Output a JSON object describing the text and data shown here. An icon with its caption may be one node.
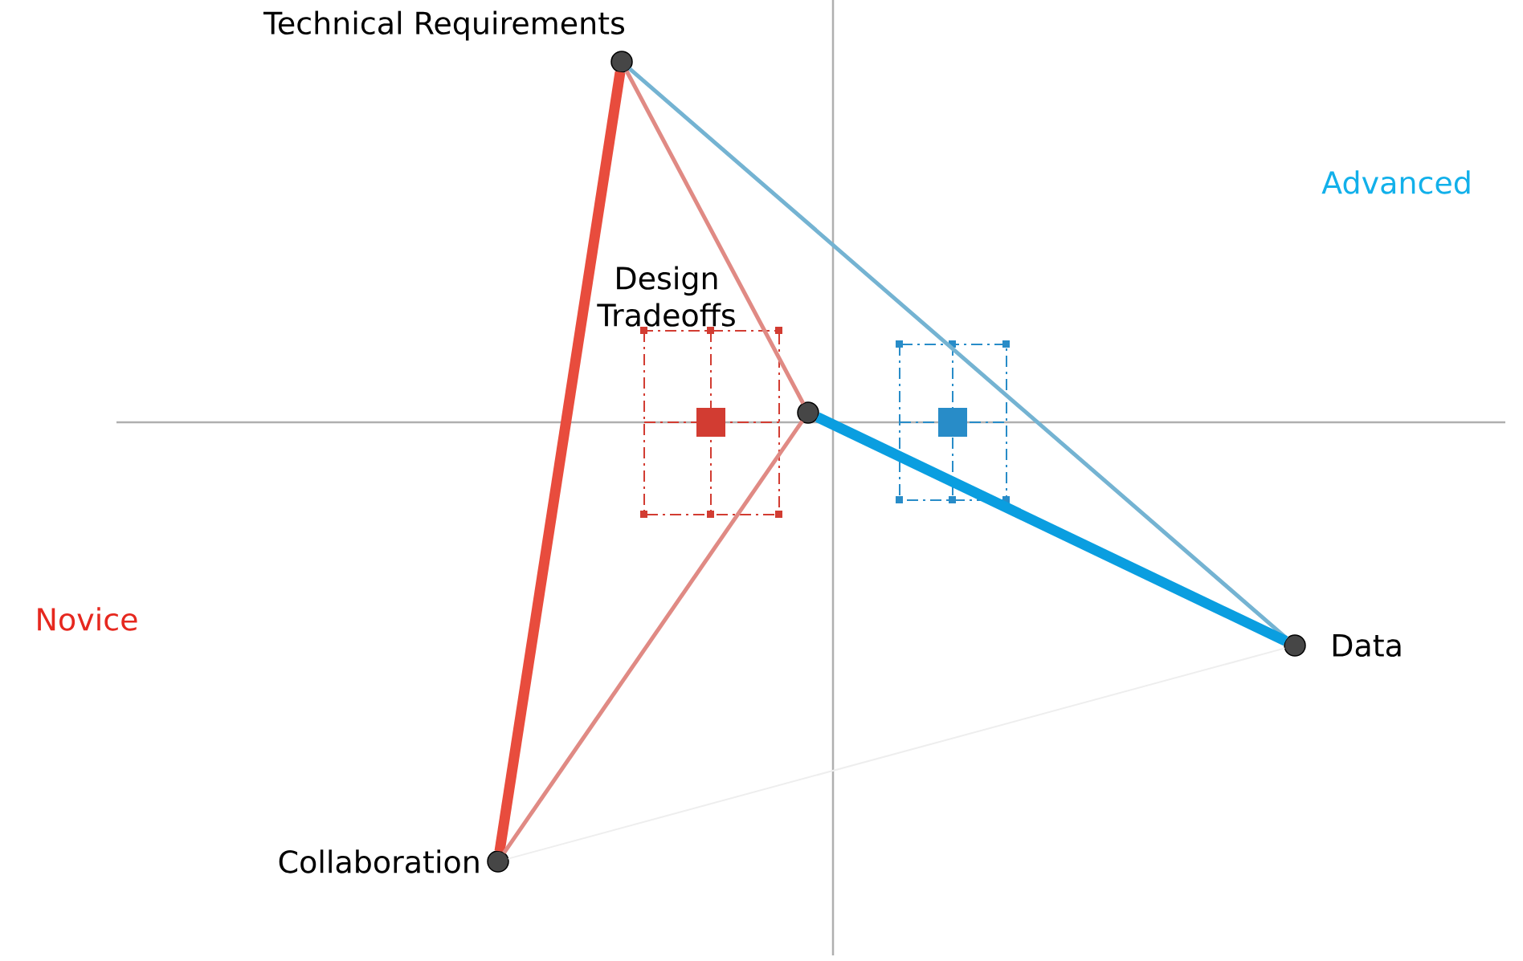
{
  "diagram": {
    "nodes": [
      {
        "text": [
          "Technical Requirements"
        ]
      },
      {
        "text": [
          "Design Tradeoffs"
        ]
      },
      {
        "text": [
          "Data"
        ]
      },
      {
        "text": [
          "Collaboration"
        ]
      }
    ],
    "edges": [
      {
        "from": 0,
        "to": 3,
        "arrow": "none",
        "style": "thick",
        "color": "#e84c3d"
      },
      {
        "from": 0,
        "to": 1,
        "arrow": "none",
        "color": "#e08a84"
      },
      {
        "from": 1,
        "to": 3,
        "arrow": "none",
        "color": "#e08a84"
      },
      {
        "from": 0,
        "to": 2,
        "arrow": "none",
        "color": "#74b3d2"
      },
      {
        "from": 1,
        "to": 2,
        "arrow": "none",
        "style": "thick",
        "color": "#0a9ee0"
      },
      {
        "from": 3,
        "to": 2,
        "arrow": "none",
        "color": "#eeeeee"
      }
    ],
    "labels": [
      "Novice",
      "Advanced"
    ]
  }
}
